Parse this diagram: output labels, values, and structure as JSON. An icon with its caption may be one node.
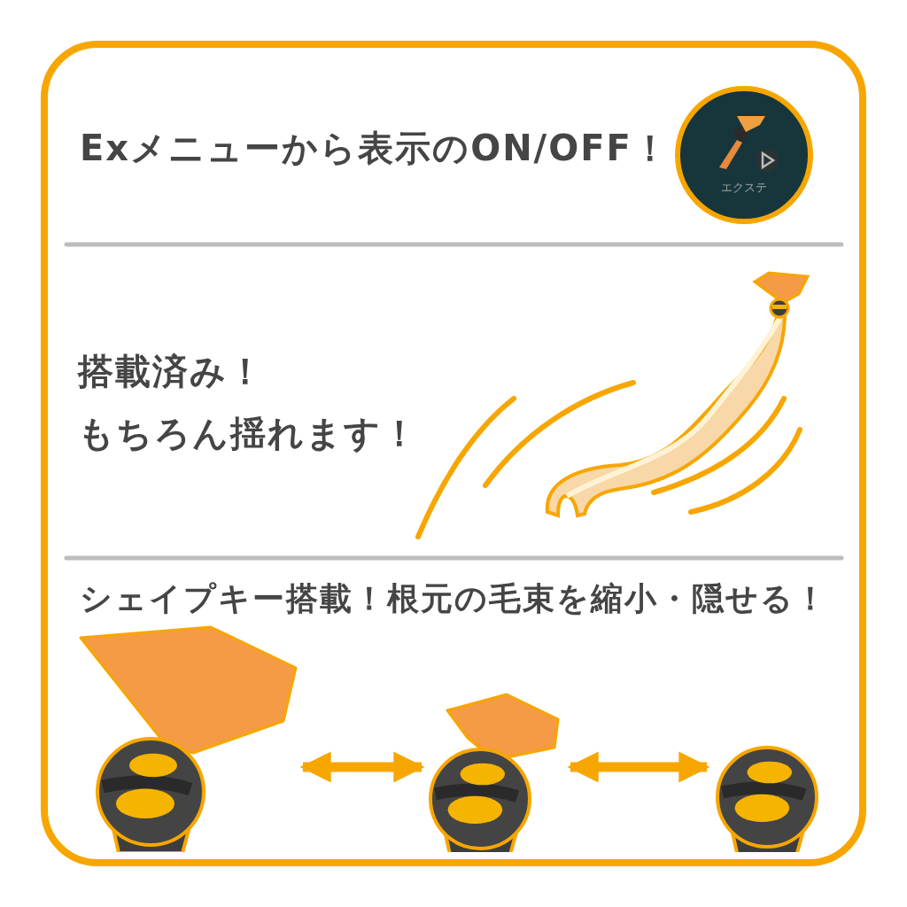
{
  "diagram": {
    "nodes": [
      {
        "text": [
          "エクステ"
        ]
      },
      {
        "text": [],
        "shape": "picture"
      },
      {
        "text": [],
        "shape": "picture"
      },
      {
        "text": [],
        "shape": "picture"
      }
    ],
    "edges": [
      {
        "from": 1,
        "to": 2,
        "arrow": "both"
      },
      {
        "from": 2,
        "to": 3,
        "arrow": "both"
      }
    ],
    "labels": [
      "Exメニューから表示のON/OFF！",
      "搭載済み！",
      "もちろん揺れます！",
      "シェイプキー搭載！根元の毛束を縮小・隠せる！"
    ]
  }
}
